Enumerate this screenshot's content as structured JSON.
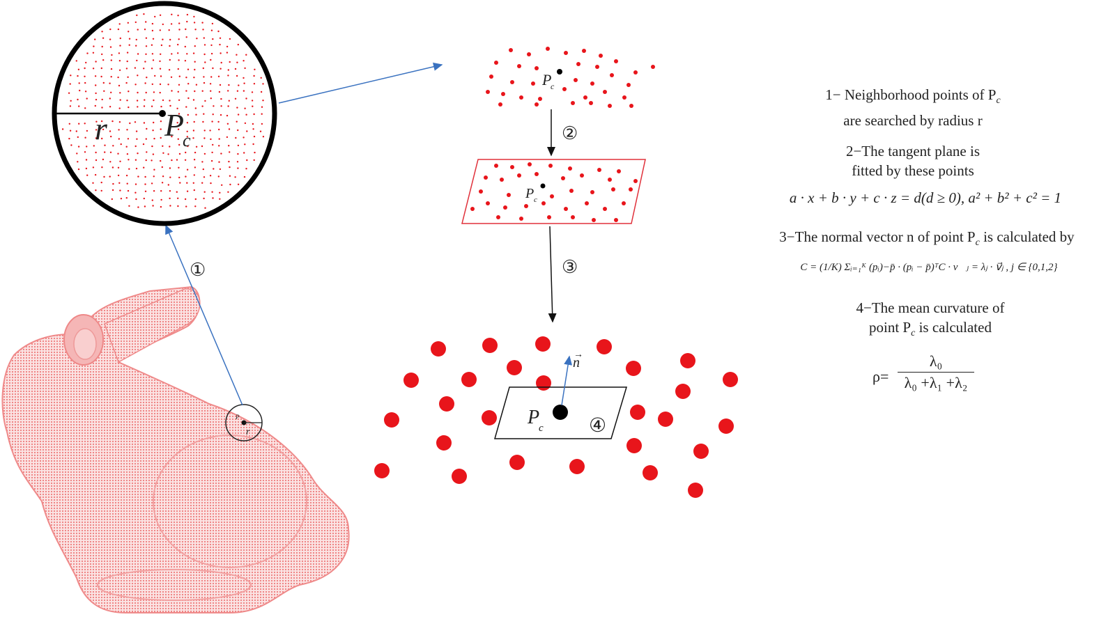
{
  "labels": {
    "radius": "r",
    "center": "P",
    "center_sub": "c",
    "normal": "n",
    "small_circle_p": "P",
    "small_circle_r": "r"
  },
  "step_markers": [
    "①",
    "②",
    "③",
    "④"
  ],
  "steps": [
    {
      "line1": "1− Neighborhood points of P",
      "line1_sub": "c",
      "line2": "are searched by radius r"
    },
    {
      "line1": "2−The tangent plane is",
      "line2": "fitted by these points",
      "formula": "a · x + b · y + c · z = d(d ≥ 0),   a² + b² + c² = 1"
    },
    {
      "line1": "3−The normal vector n of  point P",
      "line1_sub": "c",
      "line1_end": " is calculated by",
      "formula": "C = (1/K) Σᵢ₌₁ᴷ (pᵢ)−p̄ · (pᵢ − p̄)ᵀC · v⃗ⱼ = λⱼ · v⃗ⱼ , j ∈ {0,1,2}"
    },
    {
      "line1": "4−The mean curvature of",
      "line2": "point P",
      "line2_sub": "c",
      "line2_end": " is calculated",
      "formula_lhs": "ρ=",
      "formula_num": "λ₀",
      "formula_den": "λ₀ +λ₁ +λ₂"
    }
  ],
  "colors": {
    "points": "#e8151b",
    "bunny": "#f08080",
    "arrow_blue": "#3a72c0",
    "plane_red": "#e0303a"
  }
}
